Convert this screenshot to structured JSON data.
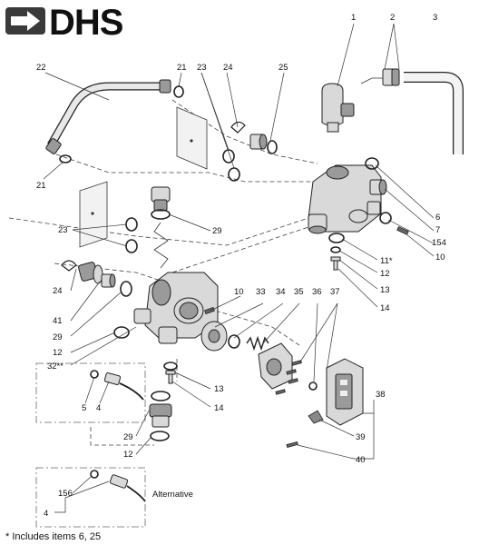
{
  "logo": {
    "text": "DHS"
  },
  "callouts": {
    "c1": "1",
    "c2": "2",
    "c3": "3",
    "c22": "22",
    "c21a": "21",
    "c23a": "23",
    "c24a": "24",
    "c25": "25",
    "c21b": "21",
    "c6": "6",
    "c7": "7",
    "c154": "154",
    "c10a": "10",
    "c23b": "23",
    "c29a": "29",
    "c11": "11*",
    "c12a": "12",
    "c13a": "13",
    "c14a": "14",
    "c24b": "24",
    "c41": "41",
    "c29b": "29",
    "c12b": "12",
    "c32": "32**",
    "c10b": "10",
    "c33": "33",
    "c34": "34",
    "c35": "35",
    "c36": "36",
    "c37": "37",
    "c5": "5",
    "c4a": "4",
    "c13b": "13",
    "c14b": "14",
    "c38": "38",
    "c29c": "29",
    "c12c": "12",
    "c39": "39",
    "c40": "40",
    "c156": "156",
    "c4b": "4"
  },
  "alternative_label": "Alternative",
  "footnote": "* Includes items 6, 25"
}
